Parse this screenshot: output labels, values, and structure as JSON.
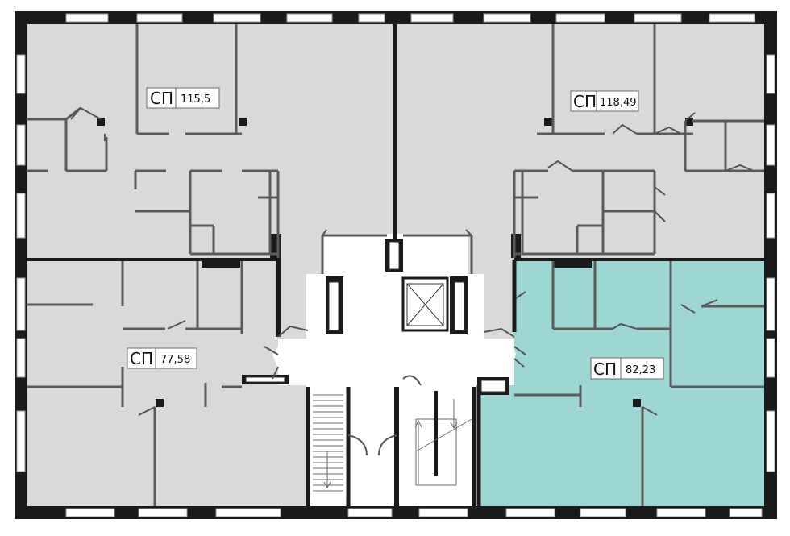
{
  "floor_plan": {
    "units": [
      {
        "id": "unit-nw",
        "code": "СП",
        "area": "115,5",
        "selected": false
      },
      {
        "id": "unit-ne",
        "code": "СП",
        "area": "118,49",
        "selected": false
      },
      {
        "id": "unit-sw",
        "code": "СП",
        "area": "77,58",
        "selected": false
      },
      {
        "id": "unit-se",
        "code": "СП",
        "area": "82,23",
        "selected": true
      }
    ],
    "colors": {
      "unit_fill": "#d9d9d9",
      "selected_fill": "#9dd7d3",
      "wall": "#1a1a1a",
      "corridor": "#ffffff"
    }
  }
}
